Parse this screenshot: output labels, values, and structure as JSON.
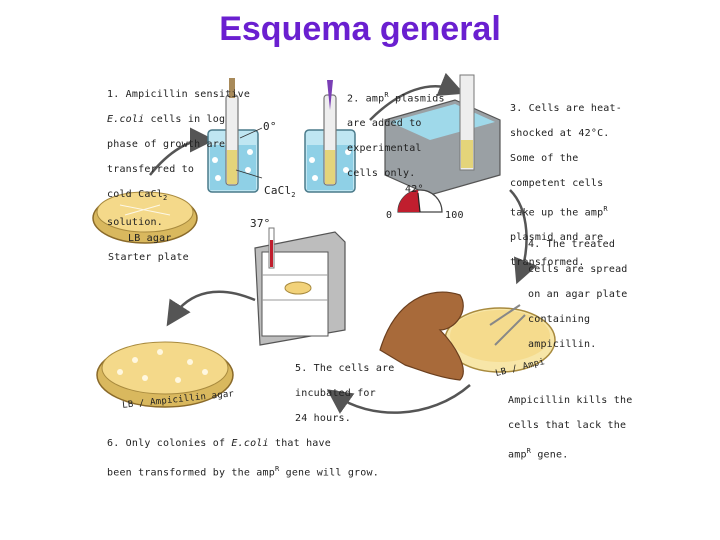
{
  "colors": {
    "title": "#6a1fd0",
    "agar": "#f2d27a",
    "arrow": "#555555",
    "water": "#9fd9ea",
    "incubator": "#cfcfcf"
  },
  "title": "Esquema general",
  "steps": {
    "s1": {
      "line1": "1. Ampicillin sensitive",
      "line2a": "E.coli",
      "line2b": " cells in log",
      "line3": "phase of growth are",
      "line4": "transferred to",
      "line5a": "cold CaCl",
      "line5sub": "2",
      "line6": "solution."
    },
    "s2": {
      "line1a": "2. amp",
      "line1sup": "R",
      "line1b": " plasmids",
      "line2": "are added to",
      "line3": "experimental",
      "line4": "cells only."
    },
    "s3": {
      "line1": "3. Cells are heat-",
      "line2": "shocked at 42°C.",
      "line3": "Some of the",
      "line4": "competent cells",
      "line5a": "take up the amp",
      "line5sup": "R",
      "line6": "plasmid and are",
      "line7": "transformed."
    },
    "s4": {
      "line1": "4. The treated",
      "line2": "cells are spread",
      "line3": "on an agar plate",
      "line4": "containing",
      "line5": "ampicillin."
    },
    "s5": {
      "line1": "5. The cells are",
      "line2": "incubated for",
      "line3": "24 hours."
    },
    "s6": {
      "line1a": "6. Only  colonies of ",
      "line1b": "E.coli",
      "line1c": " that have",
      "line2a": "been transformed by the amp",
      "line2sup": "R",
      "line2b": " gene will grow."
    },
    "kill": {
      "line1": "Ampicillin kills the",
      "line2": "cells that lack the",
      "line3a": "amp",
      "line3sup": "R",
      "line3b": " gene."
    }
  },
  "labels": {
    "zero_deg": "0°",
    "cacl": "CaCl",
    "cacl_sub": "2",
    "temp_37": "37°",
    "temp_42": "42°",
    "gauge_min": "0",
    "gauge_max": "100",
    "lb_agar": "LB agar",
    "starter_plate": "Starter plate",
    "lb_amp_final": "LB / Ampicillin agar",
    "lb_amp_hand": "LB / Ampi"
  }
}
